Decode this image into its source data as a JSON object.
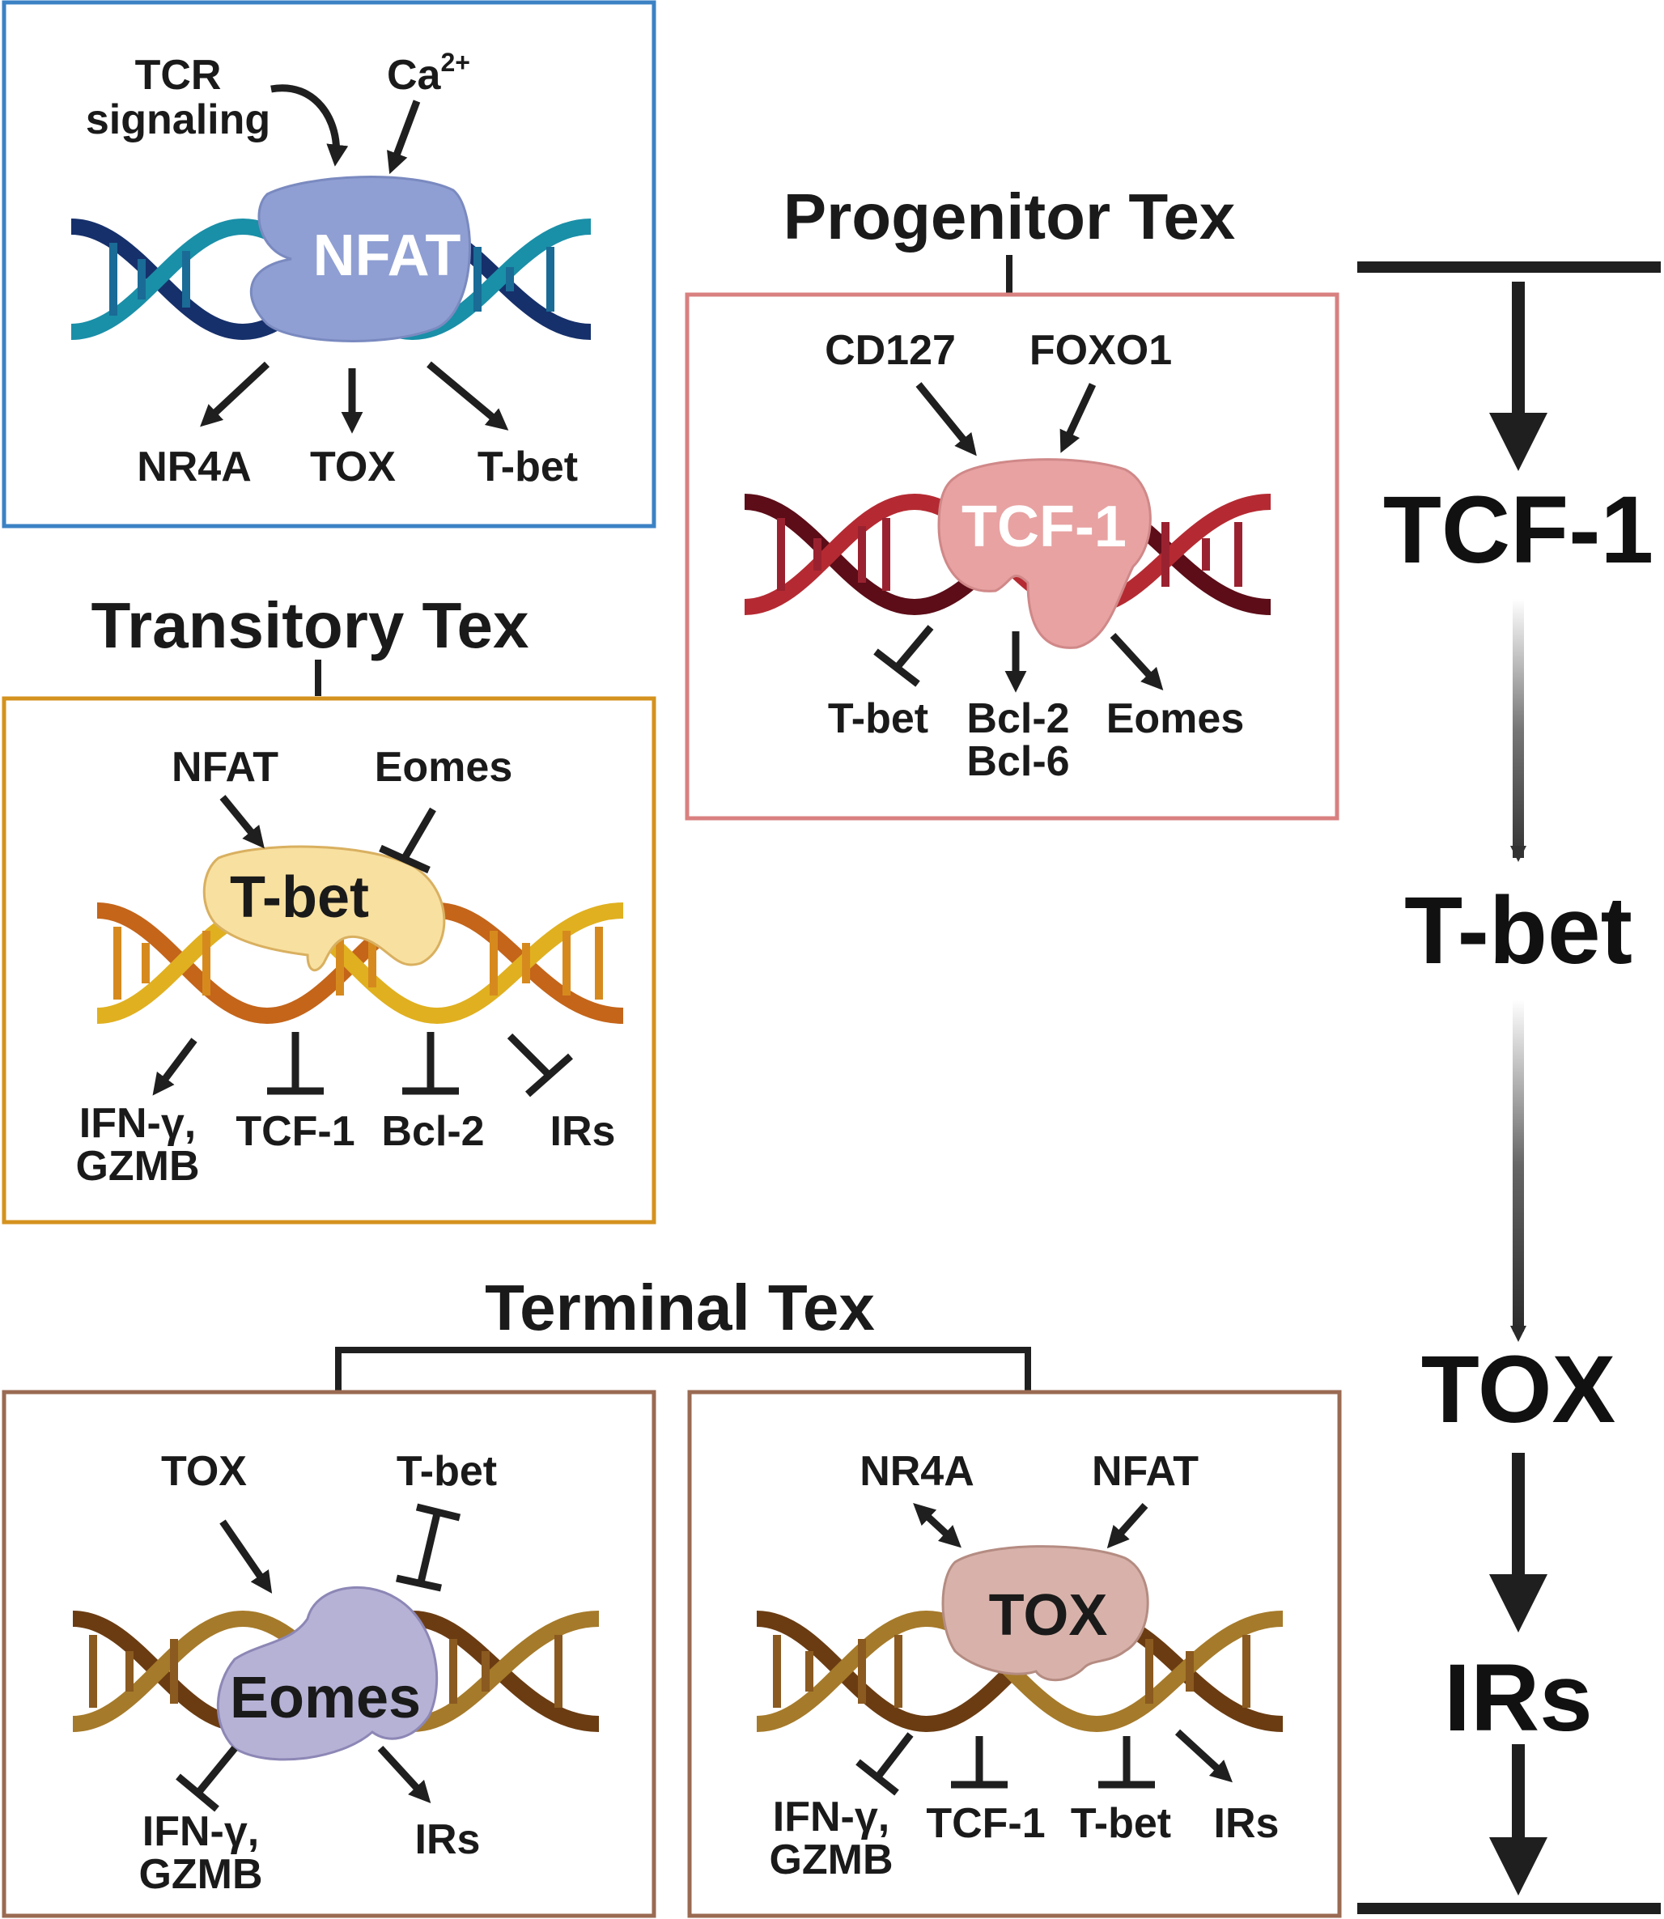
{
  "colors": {
    "nfat_box": "#3b82c4",
    "progenitor_box": "#d98080",
    "transitory_box": "#d4921e",
    "terminal_box": "#9a6a52",
    "nfat_protein": "#8f9fd3",
    "tcf1_protein": "#e8a2a2",
    "tbet_protein": "#f8e0a0",
    "eomes_protein": "#b6b2d6",
    "tox_protein": "#d8b2aa"
  },
  "nfat_panel": {
    "in_left": "TCR\nsignaling",
    "in_left_1": "TCR",
    "in_left_2": "signaling",
    "in_right": "Ca",
    "in_right_sup": "2+",
    "protein": "NFAT",
    "out": [
      "NR4A",
      "TOX",
      "T-bet"
    ]
  },
  "progenitor": {
    "title": "Progenitor Tex",
    "in": [
      "CD127",
      "FOXO1"
    ],
    "protein": "TCF-1",
    "out_inhibit": "T-bet",
    "out_act1_a": "Bcl-2",
    "out_act1_b": "Bcl-6",
    "out_act2": "Eomes"
  },
  "transitory": {
    "title": "Transitory Tex",
    "in_act": "NFAT",
    "in_inhibit": "Eomes",
    "protein": "T-bet",
    "out_act_a": "IFN-γ,",
    "out_act_b": "GZMB",
    "out_inhibit": [
      "TCF-1",
      "Bcl-2",
      "IRs"
    ]
  },
  "terminal": {
    "title": "Terminal Tex",
    "eomes_panel": {
      "in_act": "TOX",
      "in_inhibit": "T-bet",
      "protein": "Eomes",
      "out_inhibit_a": "IFN-γ,",
      "out_inhibit_b": "GZMB",
      "out_act": "IRs"
    },
    "tox_panel": {
      "in_bidir": "NR4A",
      "in_act": "NFAT",
      "protein": "TOX",
      "out_inhibit_a": "IFN-γ,",
      "out_inhibit_b": "GZMB",
      "out_inhibit": [
        "TCF-1",
        "T-bet"
      ],
      "out_act": "IRs"
    }
  },
  "axis": {
    "stages": [
      "TCF-1",
      "T-bet",
      "TOX",
      "IRs"
    ]
  }
}
